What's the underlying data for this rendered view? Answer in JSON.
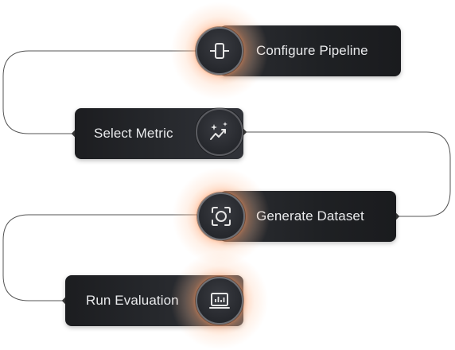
{
  "diagram": {
    "steps": [
      {
        "id": "configure",
        "label": "Configure Pipeline",
        "icon": "pipeline-node-icon"
      },
      {
        "id": "metric",
        "label": "Select Metric",
        "icon": "sparkle-chart-icon"
      },
      {
        "id": "dataset",
        "label": "Generate Dataset",
        "icon": "scan-focus-icon"
      },
      {
        "id": "evaluate",
        "label": "Run Evaluation",
        "icon": "monitor-bars-icon"
      }
    ],
    "colors": {
      "pill_dark": "#1f2124",
      "glow": "#ff9a5e",
      "connector": "#555555",
      "spine_top": "#9bc7a8",
      "spine_bottom": "#e89a7a"
    }
  }
}
